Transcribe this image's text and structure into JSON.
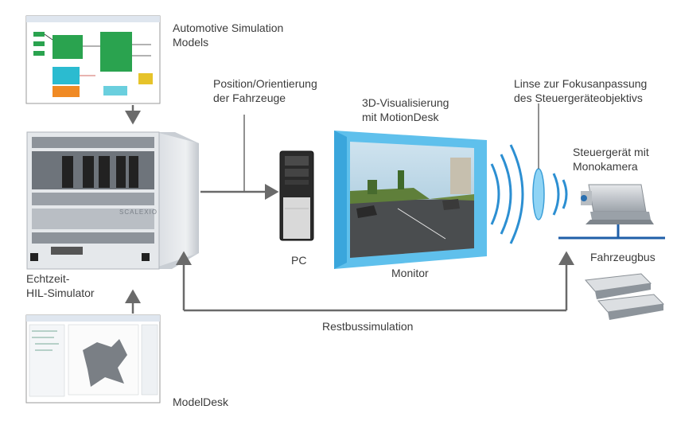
{
  "labels": {
    "sim_models": [
      "Automotive Simulation",
      "Models"
    ],
    "position": [
      "Position/Orientierung",
      "der Fahrzeuge"
    ],
    "visualization": [
      "3D-Visualisierung",
      "mit MotionDesk"
    ],
    "lens": [
      "Linse zur Fokusanpassung",
      "des Steuergeräteobjektivs"
    ],
    "ecu_camera": [
      "Steuergerät mit",
      "Monokamera"
    ],
    "vehicle_bus": "Fahrzeugbus",
    "pc": "PC",
    "monitor": "Monitor",
    "hil": [
      "Echtzeit-",
      "HIL-Simulator"
    ],
    "restbus": "Restbussimulation",
    "modeldesk": "ModelDesk",
    "scalexio": "SCALEXIO"
  },
  "colors": {
    "arrow": "#6a6a6a",
    "bus": "#1f5fa8",
    "monitor_frame": "#5fc0ec",
    "wave": "#2c8fd2",
    "simulink_green": "#2aa34f",
    "simulink_cyan": "#2bbbd0",
    "simulink_orange": "#f08a24",
    "simulink_yellow": "#e6c32a"
  }
}
